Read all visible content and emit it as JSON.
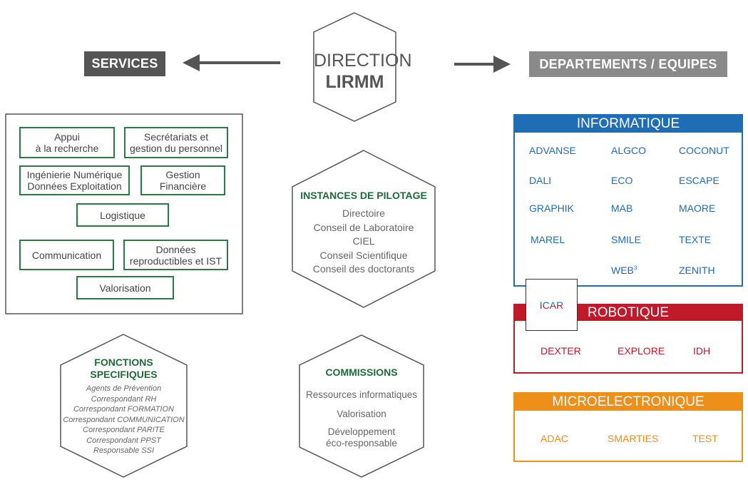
{
  "direction": {
    "line1": "DIRECTION",
    "line2": "LIRMM"
  },
  "headers": {
    "services": "SERVICES",
    "departments": "DEPARTEMENTS / EQUIPES"
  },
  "services": {
    "items": [
      "Appui\nà la recherche",
      "Secrétariats et\ngestion du personnel",
      "Ingénierie Numérique\nDonnées Exploitation",
      "Gestion\nFinancière",
      "Logistique",
      "Communication",
      "Données\nreproductibles et IST",
      "Valorisation"
    ]
  },
  "pilotage": {
    "title": "INSTANCES DE PILOTAGE",
    "items": [
      "Directoire",
      "Conseil de Laboratoire",
      "CIEL",
      "Conseil Scientifique",
      "Conseil des doctorants"
    ]
  },
  "fonctions": {
    "title": "FONCTIONS\nSPECIFIQUES",
    "items": [
      "Agents de Prévention",
      "Correspondant RH",
      "Correspondant FORMATION",
      "Correspondant COMMUNICATION",
      "Correspondant PARITE",
      "Correspondant PPST",
      "Responsable SSI"
    ]
  },
  "commissions": {
    "title": "COMMISSIONS",
    "items": [
      "Ressources informatiques",
      "Valorisation",
      "Développement\néco-responsable"
    ]
  },
  "informatique": {
    "title": "INFORMATIQUE",
    "color": "#1f6db5",
    "teams": [
      "ADVANSE",
      "ALGCO",
      "COCONUT",
      "DALI",
      "ECO",
      "ESCAPE",
      "GRAPHIK",
      "MAB",
      "MAORE",
      "MAREL",
      "SMILE",
      "TEXTE",
      "WEB",
      "ZENITH"
    ],
    "web_sup": "3"
  },
  "icar": {
    "label": "ICAR"
  },
  "robotique": {
    "title": "ROBOTIQUE",
    "color": "#c01a2a",
    "teams": [
      "DEXTER",
      "EXPLORE",
      "IDH"
    ]
  },
  "microelectronique": {
    "title": "MICROELECTRONIQUE",
    "color": "#ee8f1a",
    "teams": [
      "ADAC",
      "SMARTIES",
      "TEST"
    ]
  },
  "colors": {
    "header_dark": "#555555",
    "header_light": "#8a8a8a",
    "green": "#2a7a45",
    "text_gray": "#555555"
  }
}
